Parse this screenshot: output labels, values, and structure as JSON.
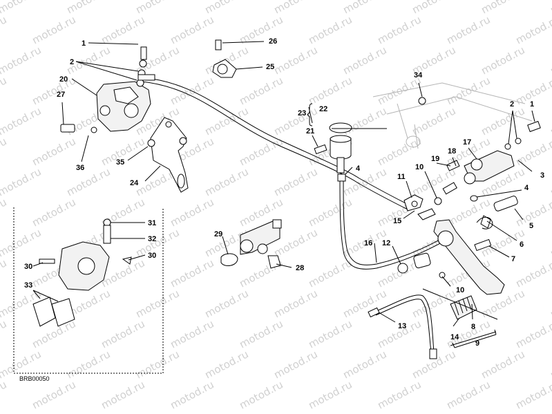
{
  "diagram": {
    "drawing_code": "BRB00050",
    "watermark_text": "motod.ru",
    "callouts": [
      {
        "id": "c1a",
        "text": "1"
      },
      {
        "id": "c2a",
        "text": "2"
      },
      {
        "id": "c20",
        "text": "20"
      },
      {
        "id": "c27",
        "text": "27"
      },
      {
        "id": "c36",
        "text": "36"
      },
      {
        "id": "c35",
        "text": "35"
      },
      {
        "id": "c24",
        "text": "24"
      },
      {
        "id": "c26",
        "text": "26"
      },
      {
        "id": "c25",
        "text": "25"
      },
      {
        "id": "c23",
        "text": "23"
      },
      {
        "id": "c22",
        "text": "22"
      },
      {
        "id": "c21",
        "text": "21"
      },
      {
        "id": "c4a",
        "text": "4"
      },
      {
        "id": "c34",
        "text": "34"
      },
      {
        "id": "c2b",
        "text": "2"
      },
      {
        "id": "c1b",
        "text": "1"
      },
      {
        "id": "c18",
        "text": "18"
      },
      {
        "id": "c17",
        "text": "17"
      },
      {
        "id": "c19",
        "text": "19"
      },
      {
        "id": "c3",
        "text": "3"
      },
      {
        "id": "c11",
        "text": "11"
      },
      {
        "id": "c10a",
        "text": "10"
      },
      {
        "id": "c4b",
        "text": "4"
      },
      {
        "id": "c15",
        "text": "15"
      },
      {
        "id": "c5",
        "text": "5"
      },
      {
        "id": "c16",
        "text": "16"
      },
      {
        "id": "c12",
        "text": "12"
      },
      {
        "id": "c6",
        "text": "6"
      },
      {
        "id": "c7",
        "text": "7"
      },
      {
        "id": "c29",
        "text": "29"
      },
      {
        "id": "c28",
        "text": "28"
      },
      {
        "id": "c31",
        "text": "31"
      },
      {
        "id": "c32",
        "text": "32"
      },
      {
        "id": "c30a",
        "text": "30"
      },
      {
        "id": "c30b",
        "text": "30"
      },
      {
        "id": "c33",
        "text": "33"
      },
      {
        "id": "c10b",
        "text": "10"
      },
      {
        "id": "c13",
        "text": "13"
      },
      {
        "id": "c8",
        "text": "8"
      },
      {
        "id": "c14",
        "text": "14"
      },
      {
        "id": "c9",
        "text": "9"
      }
    ]
  }
}
